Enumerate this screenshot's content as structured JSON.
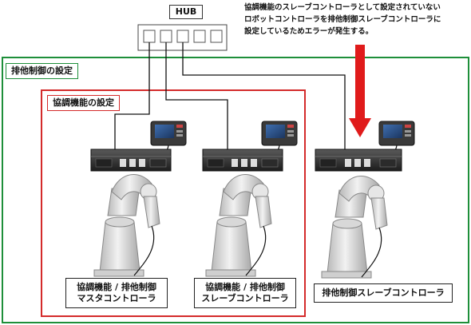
{
  "hub": {
    "label": "HUB",
    "port_count": 5
  },
  "warning": {
    "lines": [
      "協調機能のスレーブコントローラとして設定されていない",
      "ロボットコントローラを排他制御スレーブコントローラに",
      "設定しているためエラーが発生する。"
    ],
    "arrow_color": "#e01b1b"
  },
  "groups": {
    "exclusive": {
      "label": "排他制御の設定",
      "color": "#1e8f3a"
    },
    "cooperative": {
      "label": "協調機能の設定",
      "color": "#d42b2b"
    }
  },
  "robots": [
    {
      "line1": "協調機能 / 排他制御",
      "line2": "マスタコントローラ"
    },
    {
      "line1": "協調機能 / 排他制御",
      "line2": "スレーブコントローラ"
    },
    {
      "line1": "排他制御スレーブコントローラ",
      "line2": ""
    }
  ]
}
